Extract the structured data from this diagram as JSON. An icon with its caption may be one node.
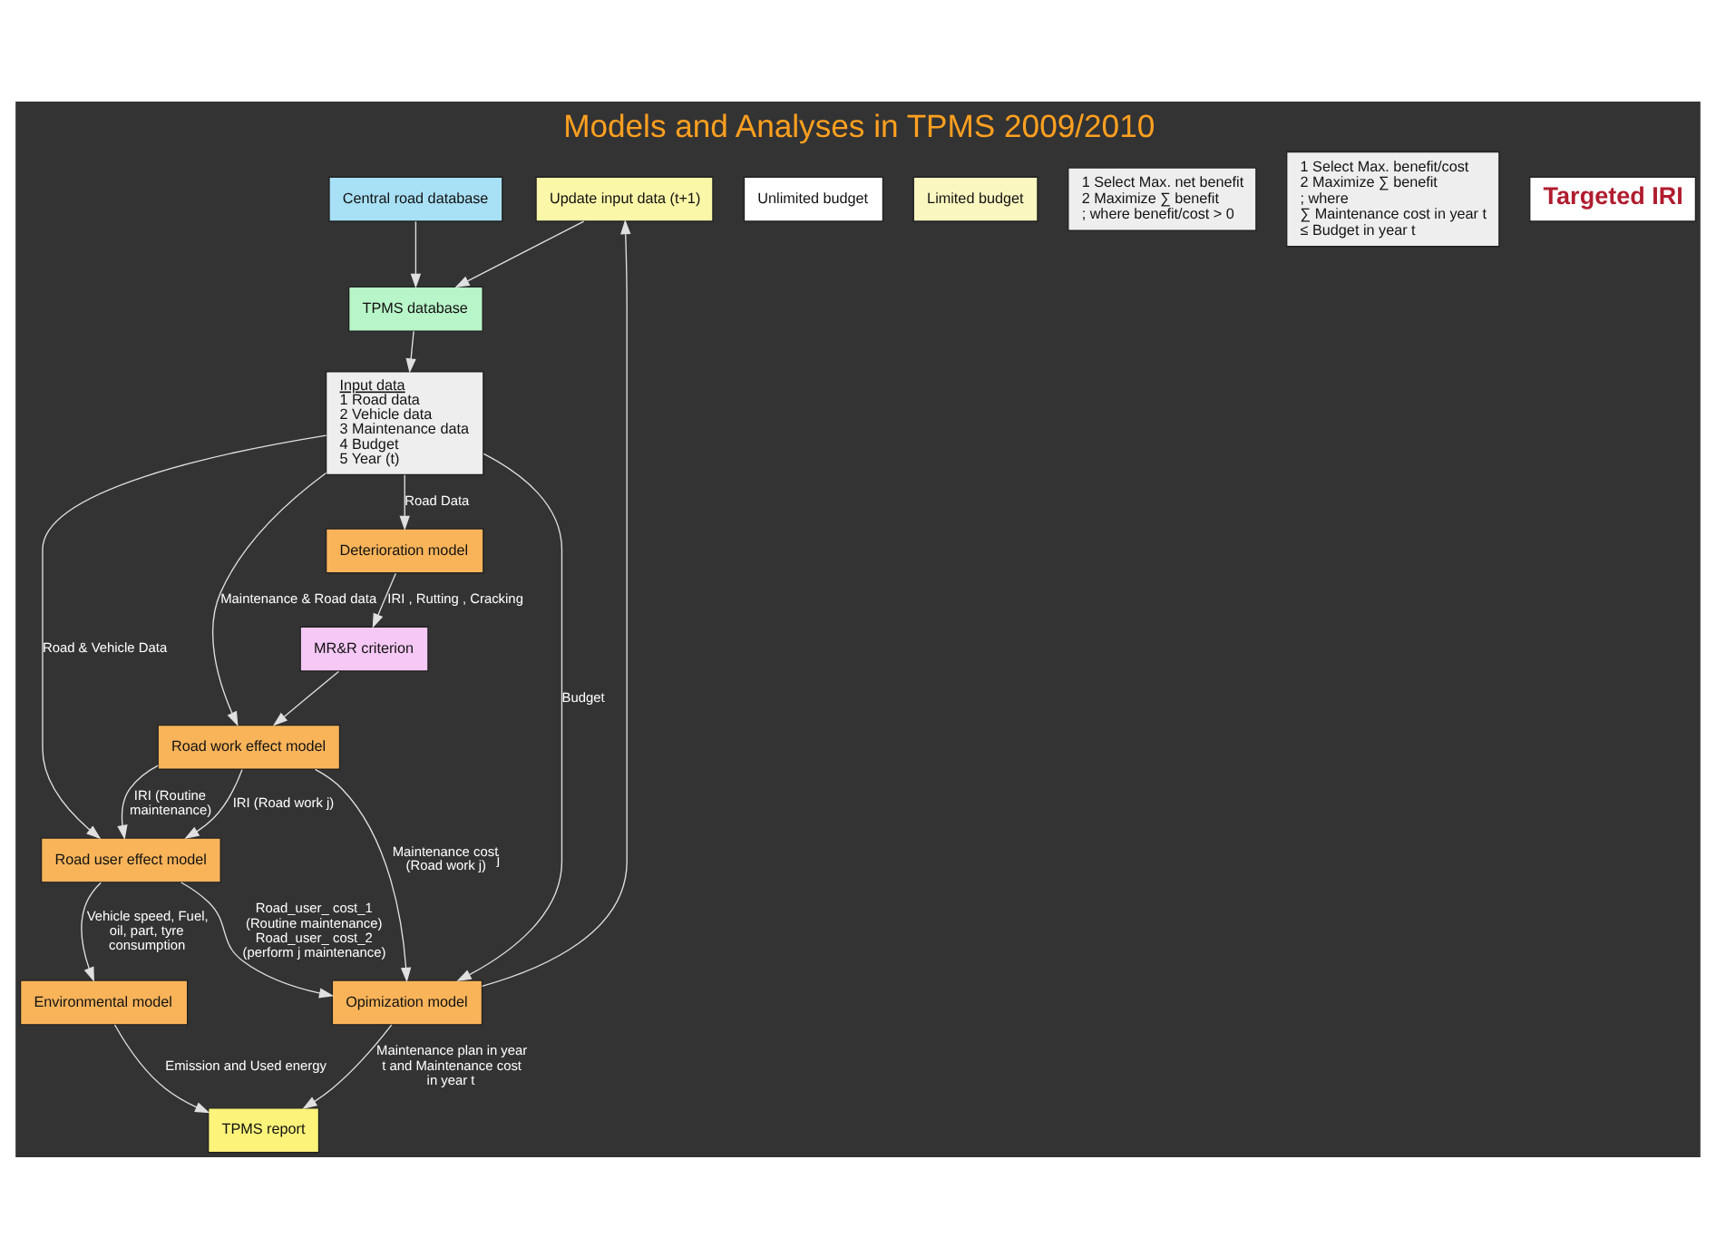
{
  "diagram": {
    "title": "Models and Analyses in TPMS 2009/2010",
    "nodes": [
      {
        "text": [
          "Central road database"
        ]
      },
      {
        "text": [
          "TPMS database"
        ]
      },
      {
        "text": [
          "Update input data (t+1)"
        ]
      },
      {
        "text": [
          "Input data",
          "1 Road data",
          "2 Vehicle data",
          "3 Maintenance data",
          "4 Budget",
          "5 Year (t)"
        ]
      },
      {
        "text": [
          "Road user effect model"
        ]
      },
      {
        "text": [
          "Environmental model"
        ]
      },
      {
        "text": [
          "Opimization model"
        ]
      },
      {
        "text": [
          "Unlimited budget"
        ]
      },
      {
        "text": [
          "Limited budget"
        ]
      },
      {
        "text": [
          "1 Select Max. net benefit",
          "2 Maximize ∑ benefit",
          "; where benefit/cost > 0"
        ]
      },
      {
        "text": [
          "1 Select Max. benefit/cost",
          "2 Maximize ∑ benefit",
          "; where",
          "∑ Maintenance cost in year t ≤ Budget in year t"
        ]
      },
      {
        "text": [
          "Deterioration model"
        ]
      },
      {
        "text": [
          "MR&R criterion"
        ]
      },
      {
        "text": [
          "Road work effect model"
        ]
      },
      {
        "text": [
          "TPMS report"
        ]
      },
      {
        "text": [
          "Targeted IRI"
        ]
      }
    ],
    "edges": [
      {
        "from": 0,
        "to": 1,
        "arrow": "to"
      },
      {
        "from": 2,
        "to": 1,
        "arrow": "to"
      },
      {
        "from": 1,
        "to": 3,
        "arrow": "to"
      },
      {
        "from": 3,
        "to": 4,
        "arrow": "to",
        "label": "Road & Vehicle Data"
      },
      {
        "from": 4,
        "to": 5,
        "arrow": "to",
        "label": "Vehicle speed, Fuel, oil, part, tyre consumption"
      },
      {
        "from": 4,
        "to": 6,
        "arrow": "to",
        "label": "Road_user_ cost_1 (Routine maintenance) Road_user_ cost_2 (perform j maintenance)"
      },
      {
        "from": 3,
        "to": 6,
        "arrow": "to",
        "label": "Budget"
      },
      {
        "from": 3,
        "to": 11,
        "arrow": "to",
        "label": "Road Data"
      },
      {
        "from": 11,
        "to": 12,
        "arrow": "to",
        "label": "IRI , Rutting , Cracking"
      },
      {
        "from": 12,
        "to": 13,
        "arrow": "to"
      },
      {
        "from": 3,
        "to": 13,
        "arrow": "to",
        "label": "Maintenance & Road data"
      },
      {
        "from": 13,
        "to": 4,
        "arrow": "to",
        "label": "IRI (Routine maintenance)"
      },
      {
        "from": 13,
        "to": 4,
        "arrow": "to",
        "label": "IRI (Road work j)"
      },
      {
        "from": 13,
        "to": 6,
        "arrow": "to",
        "label": "Maintenance cost$_{j}$ (Road work j)"
      },
      {
        "from": 6,
        "to": 2,
        "arrow": "to"
      },
      {
        "from": 5,
        "to": 14,
        "arrow": "to",
        "label": "Emission and Used energy"
      },
      {
        "from": 6,
        "to": 14,
        "arrow": "to",
        "label": "Maintenance plan in year t and Maintenance cost in year t"
      }
    ]
  }
}
